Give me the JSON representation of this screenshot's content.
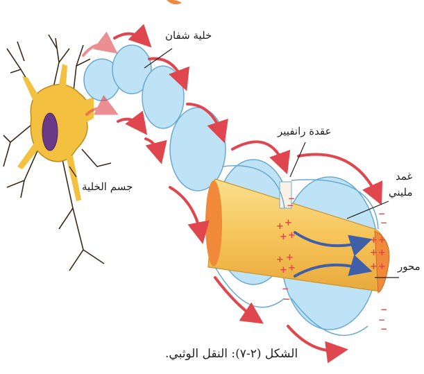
{
  "labels": {
    "schwann_cell": "خلية شفان",
    "node_of_ranvier": "عقدة رانفيير",
    "myelin_sheath_line1": "غمد",
    "myelin_sheath_line2": "مليني",
    "cell_body": "جسم الخلية",
    "axon": "محور"
  },
  "caption": "الشكل (٢-٧): النقل الوثبي.",
  "colors": {
    "neuron": "#f3c13f",
    "neuron_outline": "#b98a1c",
    "nucleus": "#6b3a86",
    "myelin": "#bfe3f6",
    "myelin_outline": "#6aa9cf",
    "axon_core": "#f6c55a",
    "axon_cut": "#f08a3a",
    "impulse_arrow": "#e0464d",
    "current_arrow": "#3f5fa8",
    "charge": "#e0464d",
    "dendrite": "#3a2a1a"
  },
  "icons": {
    "plus": "+",
    "minus": "−"
  }
}
